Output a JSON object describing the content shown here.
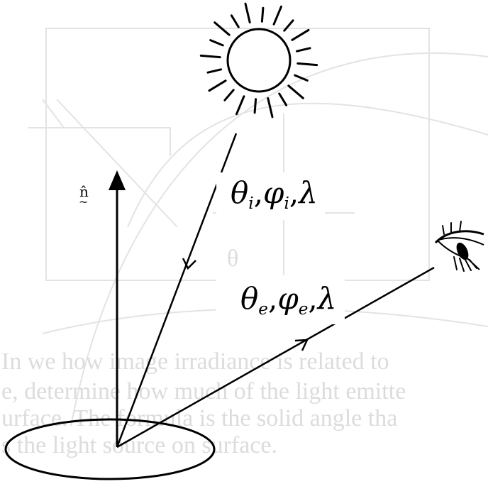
{
  "diagram": {
    "normal_label": "n̂",
    "incident": {
      "theta": "θ",
      "theta_sub": "i",
      "phi": "φ",
      "phi_sub": "i",
      "lambda": "λ"
    },
    "emitted": {
      "theta": "θ",
      "theta_sub": "e",
      "phi": "φ",
      "phi_sub": "e",
      "lambda": "λ"
    },
    "background_text": [
      "In we how image irradiance is related to",
      "e, determine how much of the light emitte",
      "urface. The formula is the solid angle tha",
      "s the light source on surface."
    ],
    "background_small_label": "θ",
    "colors": {
      "ink": "#000000",
      "ghost": "#e3e3e3",
      "background": "#ffffff"
    },
    "icons": [
      "sun-icon",
      "eye-icon"
    ]
  }
}
